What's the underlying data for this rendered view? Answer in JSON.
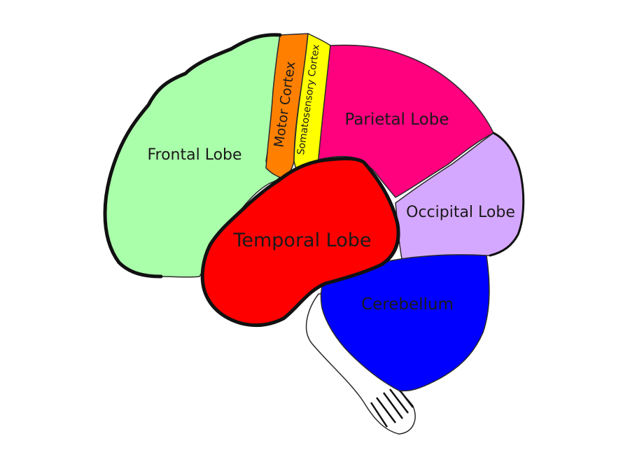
{
  "regions": [
    {
      "key": "frontal",
      "label": "Frontal Lobe",
      "color": "#aaffaa"
    },
    {
      "key": "motor",
      "label": "Motor Cortex",
      "color": "#ff8000"
    },
    {
      "key": "somatosensory",
      "label": "Somatosensory Cortex",
      "color": "#ffff00"
    },
    {
      "key": "parietal",
      "label": "Parietal Lobe",
      "color": "#ff007f"
    },
    {
      "key": "occipital",
      "label": "Occipital Lobe",
      "color": "#d5a8ff"
    },
    {
      "key": "temporal",
      "label": "Temporal Lobe",
      "color": "#ff0000"
    },
    {
      "key": "cerebellum",
      "label": "Cerebellum",
      "color": "#0000ff"
    },
    {
      "key": "brainstem",
      "label": "",
      "color": "#ffffff"
    }
  ]
}
